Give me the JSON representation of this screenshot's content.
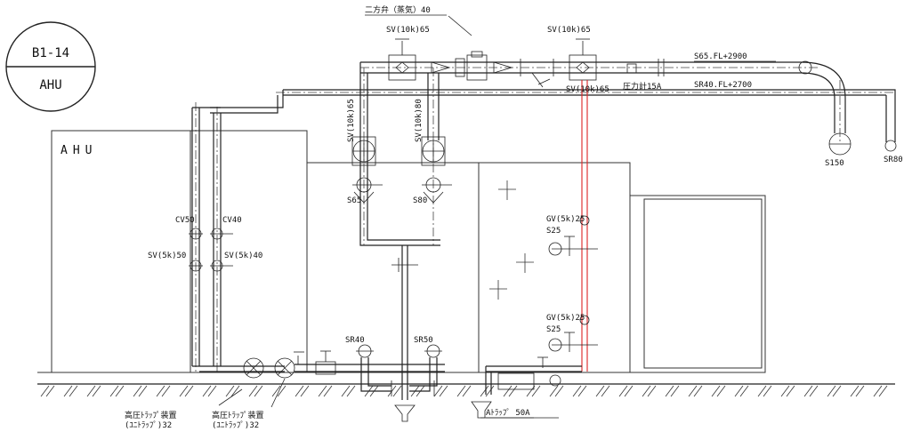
{
  "badge": {
    "top": "B1-14",
    "bottom": "AHU"
  },
  "equipment": {
    "ahu_label": "AHU"
  },
  "labels": {
    "two_way_valve": "二方弁（蒸気）40",
    "sv_10k_65_top": "SV(10k)65",
    "sv_10k_65_right": "SV(10k)65",
    "pressure_gauge": "圧力計15A",
    "s65_fl": "S65.FL+2900",
    "sr40_fl": "SR40.FL+2700",
    "sv_10k_65_vert": "SV(10k)65",
    "sv_10k_80_vert": "SV(10k)80",
    "s65": "S65",
    "s80": "S80",
    "s150": "S150",
    "sr80": "SR80",
    "cv50": "CV50",
    "cv40": "CV40",
    "sv_5k_50": "SV(5k)50",
    "sv_5k_40": "SV(5k)40",
    "gv_5k_25_top": "GV(5k)25",
    "s25_top": "S25",
    "gv_5k_25_bottom": "GV(5k)25",
    "s25_bottom": "S25",
    "sr40": "SR40",
    "sr50": "SR50",
    "trap_1_line1": "高圧ﾄﾗｯﾌﾟ装置",
    "trap_1_line2": "(ﾕﾆﾄﾗｯﾌﾟ)32",
    "trap_2_line1": "高圧ﾄﾗｯﾌﾟ装置",
    "trap_2_line2": "(ﾕﾆﾄﾗｯﾌﾟ)32",
    "a_trap": "Aﾄﾗｯﾌﾟ 50A"
  },
  "colors": {
    "line": "#222222",
    "highlight": "#dd2222"
  }
}
